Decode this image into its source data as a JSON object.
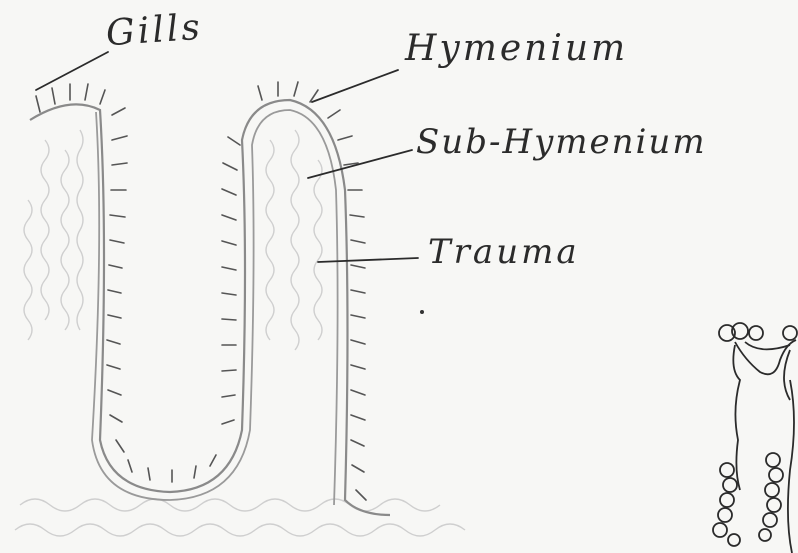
{
  "labels": {
    "gills": "Gills",
    "hymenium": "Hymenium",
    "sub_hymenium": "Sub-Hymenium",
    "trauma": "Trauma"
  },
  "colors": {
    "paper": "#f7f7f5",
    "ink": "#2b2b2b",
    "pencil": "#9a9a9a",
    "shade": "#c9c9c9"
  }
}
